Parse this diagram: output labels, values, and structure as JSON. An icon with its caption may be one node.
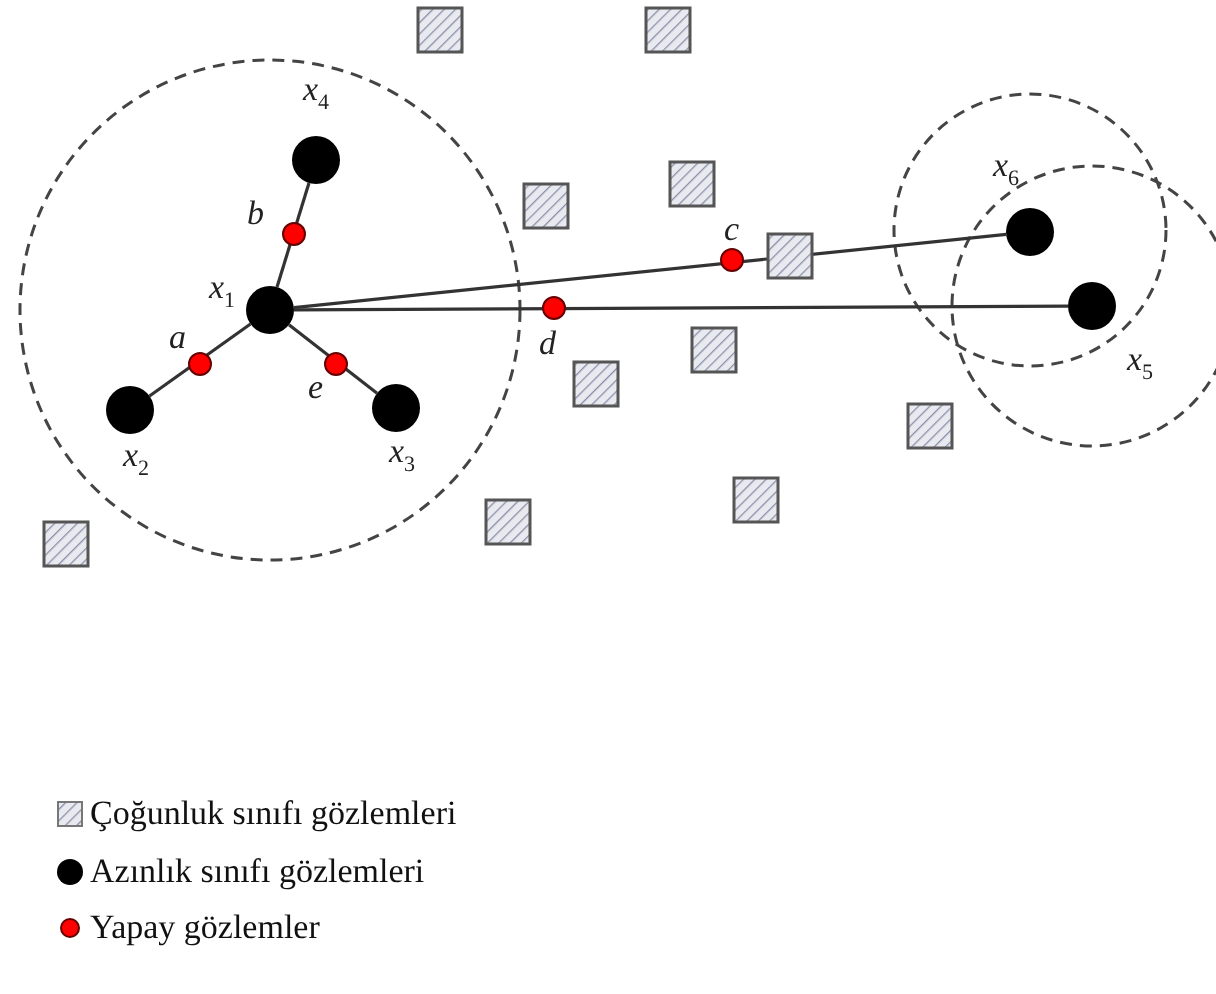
{
  "diagram": {
    "nodes": [
      {
        "text": [],
        "shape": "circle",
        "beside": [
          "*x*$_{4}$"
        ]
      },
      {
        "text": [],
        "shape": "circle",
        "beside": [
          "*x*$_{6}$"
        ]
      },
      {
        "text": [],
        "shape": "circle",
        "beside": [
          "*b*"
        ]
      },
      {
        "text": [],
        "shape": "circle",
        "beside": [
          "*c*"
        ]
      },
      {
        "text": [],
        "shape": "circle",
        "beside": [
          "*x*$_{1}$"
        ]
      },
      {
        "text": [],
        "shape": "circle",
        "beside": [
          "*x*$_{5}$"
        ]
      },
      {
        "text": [],
        "shape": "circle",
        "beside": [
          "*d*"
        ]
      },
      {
        "text": [],
        "shape": "circle",
        "beside": [
          "*a*"
        ]
      },
      {
        "text": [],
        "shape": "circle",
        "beside": [
          "*e*"
        ]
      },
      {
        "text": [],
        "shape": "circle",
        "beside": [
          "*x*$_{2}$"
        ]
      },
      {
        "text": [],
        "shape": "circle",
        "beside": [
          "*x*$_{3}$"
        ]
      }
    ],
    "edges": [
      {
        "from": 4,
        "to": 0,
        "arrow": "none"
      },
      {
        "from": 4,
        "to": 9,
        "arrow": "none"
      },
      {
        "from": 4,
        "to": 10,
        "arrow": "none"
      },
      {
        "from": 4,
        "to": 1,
        "arrow": "none"
      },
      {
        "from": 4,
        "to": 5,
        "arrow": "none"
      }
    ],
    "legend": [
      {
        "text": "Çoğunluk sınıfı gözlemleri"
      },
      {
        "text": "Azınlık sınıfı gözlemleri"
      },
      {
        "text": "Yapay gözlemler"
      }
    ]
  }
}
